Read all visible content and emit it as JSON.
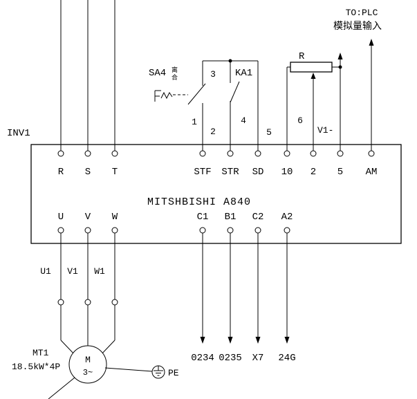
{
  "colors": {
    "line": "#000000",
    "background": "#ffffff"
  },
  "inverter": {
    "tag": "INV1",
    "model": "MITSHBISHI A840",
    "top_terminals": [
      "R",
      "S",
      "T",
      "STF",
      "STR",
      "SD",
      "10",
      "2",
      "5",
      "AM"
    ],
    "bottom_terminals": [
      "U",
      "V",
      "W",
      "C1",
      "B1",
      "C2",
      "A2"
    ]
  },
  "control": {
    "switch_tag": "SA4",
    "switch_pos_top": "离",
    "switch_pos_bottom": "合",
    "relay_tag": "KA1",
    "potentiometer_tag": "R",
    "wiper_wire_tag": "V1-",
    "wire_numbers": [
      "1",
      "2",
      "3",
      "4",
      "5",
      "6"
    ]
  },
  "plc": {
    "note_line1": "TO:PLC",
    "note_line2": "模拟量输入",
    "output_signals": [
      "0234",
      "0235",
      "X7",
      "24G"
    ]
  },
  "motor": {
    "tag": "MT1",
    "rating": "18.5kW*4P",
    "symbol": "M",
    "phase": "3~",
    "wires": [
      "U1",
      "V1",
      "W1"
    ],
    "ground_label": "PE"
  }
}
